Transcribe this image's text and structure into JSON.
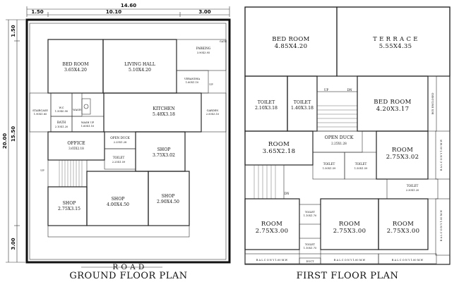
{
  "ground": {
    "title": "GROUND FLOOR PLAN",
    "road_label": "R O A D",
    "dims": {
      "total_width": "14.60",
      "w1": "1.50",
      "w2": "10.10",
      "w3": "3.00",
      "total_height": "20.00",
      "h_top": "1.50",
      "h_mid": "15.50",
      "h_bot": "3.00"
    },
    "rooms": {
      "bedroom_name": "BED ROOM",
      "bedroom_size": "3.65X4.20",
      "living_name": "LIVING HALL",
      "living_size": "5.10X4.20",
      "parking_name": "PARKING",
      "parking_size": "3.90X3.95",
      "gate": "GATE",
      "verandha": "VERANDHA",
      "verandha_size": "1.60X1.10",
      "up1": "UP",
      "staircase": "STAIRCASE",
      "staircase_size": "1.90X1.85",
      "wc": "W.C",
      "wc_size": "1.50X0.90",
      "wash": "WASH",
      "bath": "BATH",
      "bath_size": "2.10X1.20",
      "washup": "WASH UP",
      "washup_size": "1.60X1.10",
      "kitchen_name": "KITCHEN",
      "kitchen_size": "5.48X3.18",
      "garden": "GARDEN",
      "garden_size": "2.50X3.10",
      "office_name": "OFFICE",
      "office_size": "3.65X2.18",
      "openduck_name": "OPEN DUCK",
      "openduck_size": "2.25X1.28",
      "toilet_name": "TOILET",
      "toilet_size": "2.25X1.59",
      "shop1_name": "SHOP",
      "shop1_size": "3.75X3.02",
      "shop2_name": "SHOP",
      "shop2_size": "2.75X3.15",
      "shop3_name": "SHOP",
      "shop3_size": "4.00X4.50",
      "shop4_name": "SHOP",
      "shop4_size": "2.90X4.50",
      "up2": "UP"
    }
  },
  "first": {
    "title": "FIRST FLOOR PLAN",
    "rooms": {
      "bedroom1_name": "BED ROOM",
      "bedroom1_size": "4.85X4.20",
      "terrace_name": "T E R R A C E",
      "terrace_size": "5.55X4.35",
      "toilet1_name": "TOILET",
      "toilet1_size": "2.10X3.18",
      "toilet2_name": "TOILET",
      "toilet2_size": "1.40X3.18",
      "up": "UP",
      "dn": "DN",
      "bedroom2_name": "BED ROOM",
      "bedroom2_size": "4.20X3.17",
      "box_enclosed": "BOX ENCLOSED",
      "room1_name": "ROOM",
      "room1_size": "3.65X2.18",
      "openduck_name": "OPEN DUCK",
      "openduck_size": "2.25X1.28",
      "toilet3_name": "TOILET",
      "toilet3_size": "1.50X1.59",
      "toilet4_name": "TOILET",
      "toilet4_size": "1.50X1.59",
      "room2_name": "ROOM",
      "room2_size": "2.75X3.02",
      "balcony_side1": "B A L C O N Y  1.00 M.W",
      "dn2": "DN",
      "toilet5_name": "TOILET",
      "toilet5_size": "2.30X1.20",
      "room3_name": "ROOM",
      "room3_size": "2.75X3.00",
      "toilet6_name": "TOILET",
      "toilet6_size": "1.10X1.70",
      "room4_name": "ROOM",
      "room4_size": "2.75X3.00",
      "room5_name": "ROOM",
      "room5_size": "2.75X3.00",
      "toilet7_name": "TOILET",
      "toilet7_size": "1.10X1.75",
      "balcony_side2": "B A L C O N Y  1.00 M.W",
      "balcony_bottom1": "B A L C O N Y  1.00 M.W",
      "balcony_bottom2": "B A L C O N Y  1.00 M.W",
      "balcony_bottom3": "B A L C O N Y  1.00 M.W",
      "duct": "DUCT"
    }
  }
}
